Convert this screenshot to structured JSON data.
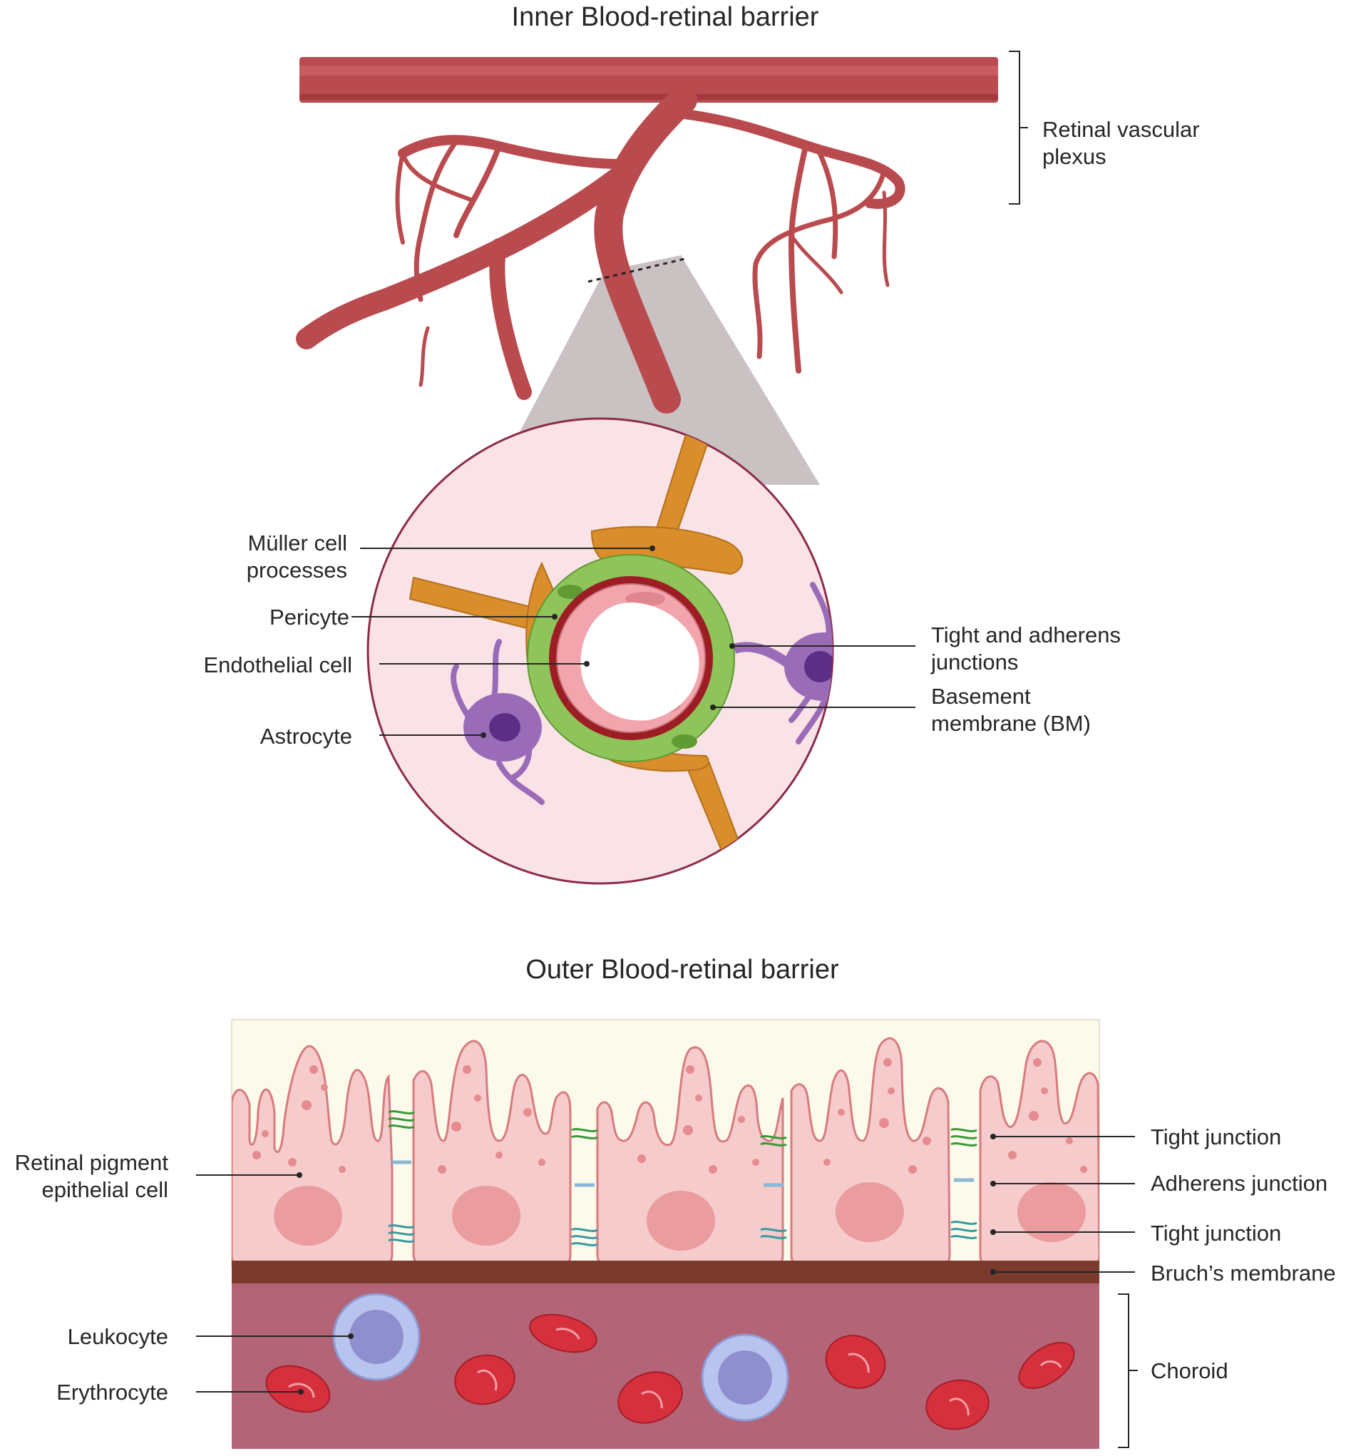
{
  "inner": {
    "title": "Inner Blood-retinal barrier",
    "plexus_label": "Retinal vascular plexus",
    "plexus_line1": "Retinal vascular",
    "plexus_line2": "plexus",
    "labels": {
      "muller_line1": "Müller cell",
      "muller_line2": "processes",
      "pericyte": "Pericyte",
      "endothelial": "Endothelial cell",
      "astrocyte": "Astrocyte",
      "tight_adherens_line1": "Tight and adherens",
      "tight_adherens_line2": "junctions",
      "basement_line1": "Basement",
      "basement_line2": "membrane (BM)"
    }
  },
  "outer": {
    "title": "Outer Blood-retinal barrier",
    "labels": {
      "rpe_line1": "Retinal pigment",
      "rpe_line2": "epithelial cell",
      "tight_junction_top": "Tight junction",
      "adherens_junction": "Adherens junction",
      "tight_junction_bottom": "Tight junction",
      "bruchs": "Bruch’s membrane",
      "choroid": "Choroid",
      "leukocyte": "Leukocyte",
      "erythrocyte": "Erythrocyte"
    }
  },
  "colors": {
    "vessel": "#b94a4d",
    "vessel_dark": "#8e2a2e",
    "zoom_fill": "#f9e3e6",
    "zoom_border": "#8c2a4a",
    "muller": "#d98e2b",
    "pericyte": "#8ec45a",
    "endothelium": "#f2a5ad",
    "basement": "#9c1e24",
    "astrocyte": "#9a6cb8",
    "rpe": "#f6cbcc",
    "bruch": "#7a3a2d",
    "choroid": "#b36476",
    "erythrocyte": "#d6303d",
    "leukocyte": "#b8c4ee"
  }
}
